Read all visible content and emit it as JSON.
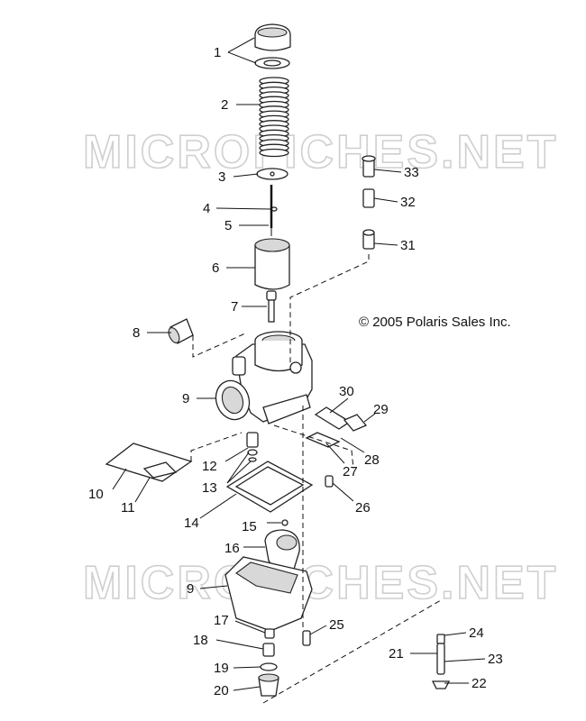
{
  "copyright": "© 2005 Polaris Sales Inc.",
  "watermark": "MICROFICHES.NET",
  "callouts": [
    "1",
    "2",
    "3",
    "4",
    "5",
    "6",
    "7",
    "8",
    "9",
    "9",
    "10",
    "11",
    "12",
    "13",
    "14",
    "15",
    "16",
    "17",
    "18",
    "19",
    "20",
    "21",
    "22",
    "23",
    "24",
    "25",
    "26",
    "27",
    "28",
    "29",
    "30",
    "31",
    "32",
    "33"
  ]
}
